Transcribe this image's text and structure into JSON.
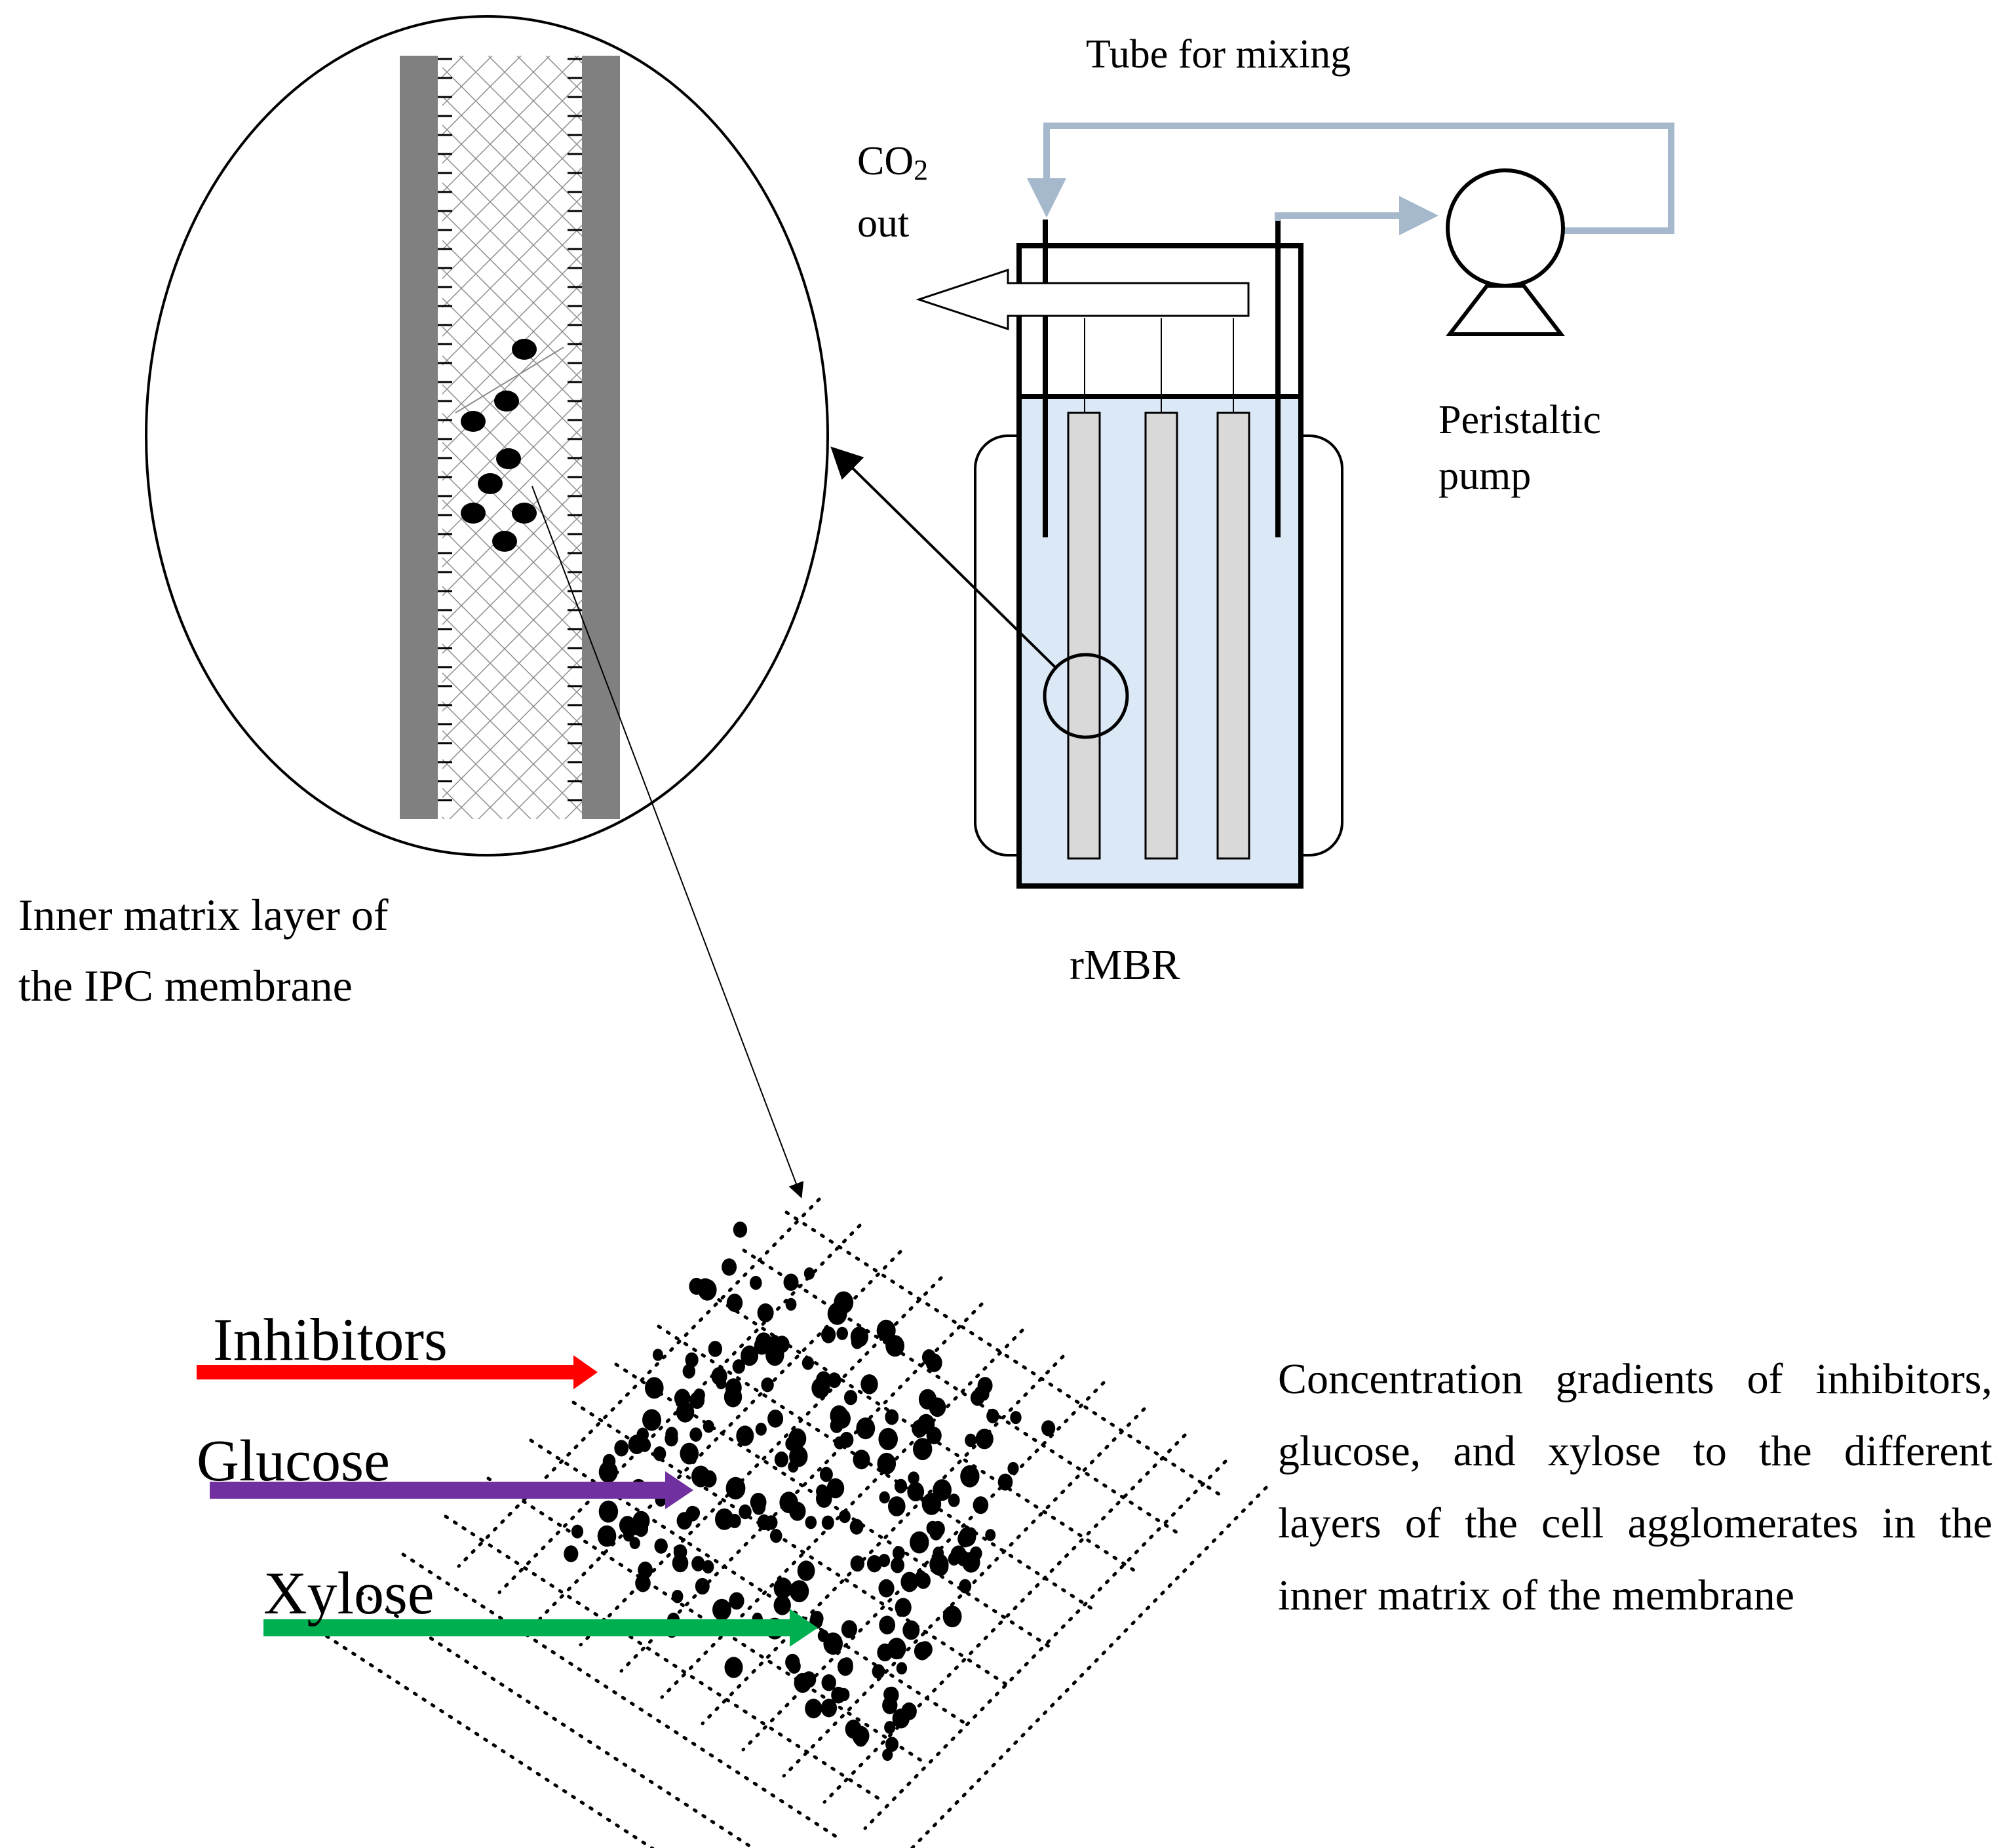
{
  "labels": {
    "tube_for_mixing": "Tube for mixing",
    "co2_out_1": "CO",
    "co2_out_sub": "2",
    "co2_out_2": "out",
    "peristaltic_1": "Peristaltic",
    "peristaltic_2": "pump",
    "rmbr": "rMBR",
    "inner_matrix_1": "Inner matrix layer of",
    "inner_matrix_2": "the IPC membrane",
    "inhibitors": "Inhibitors",
    "glucose": "Glucose",
    "xylose": "Xylose",
    "description": "Concentration gradients of inhibitors, glucose, and xylose to the different layers of the cell agglomerates in the inner matrix of the membrane"
  },
  "colors": {
    "inhibitors_arrow": "#ff0000",
    "glucose_arrow": "#7030a0",
    "xylose_arrow": "#00b050",
    "reactor_liquid": "#dbe9f6",
    "tube": "#a6b8cc",
    "membrane_wall": "#808080",
    "fiber": "#d9d9d9"
  }
}
